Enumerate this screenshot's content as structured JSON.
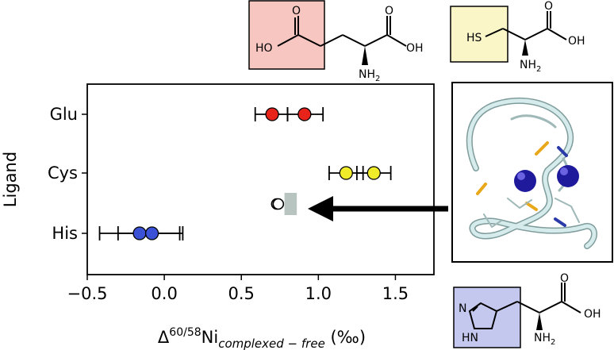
{
  "chart_data": {
    "type": "scatter",
    "orientation": "horizontal",
    "ylabel": "Ligand",
    "xlabel": {
      "prefix": "Δ",
      "superscript": "60/58",
      "main": "Ni",
      "subscript": "complexed − free",
      "unit": "(‰)"
    },
    "xlim": [
      -0.5,
      1.75
    ],
    "xticks": [
      -0.5,
      0.0,
      0.5,
      1.0,
      1.5
    ],
    "xtick_labels": [
      "−0.5",
      "0.0",
      "0.5",
      "1.0",
      "1.5"
    ],
    "categories": [
      "Glu",
      "Cys",
      "His"
    ],
    "series": [
      {
        "category": "Glu",
        "color": "#e8231a",
        "points": [
          {
            "x": 0.7,
            "err_low": 0.59,
            "err_high": 0.8
          },
          {
            "x": 0.91,
            "err_low": 0.8,
            "err_high": 1.03
          }
        ]
      },
      {
        "category": "Cys",
        "color": "#f0ec2a",
        "points": [
          {
            "x": 1.18,
            "err_low": 1.07,
            "err_high": 1.29
          },
          {
            "x": 1.36,
            "err_low": 1.25,
            "err_high": 1.47
          }
        ]
      },
      {
        "category": "His",
        "color": "#3b52d6",
        "points": [
          {
            "x": -0.16,
            "err_low": -0.42,
            "err_high": 0.1
          },
          {
            "x": -0.08,
            "err_low": -0.3,
            "err_high": 0.12
          }
        ]
      }
    ],
    "reference": {
      "label_position": "between Cys and His",
      "band": [
        0.78,
        0.86
      ],
      "band_color": "#b8c4c0",
      "points": [
        {
          "x": 0.73,
          "err": 0.02
        },
        {
          "x": 0.74,
          "err": 0.02
        }
      ]
    },
    "grid": false
  },
  "structures": {
    "glu": {
      "color": "#f8c6c0",
      "labels": [
        "O",
        "O",
        "HO",
        "OH",
        "NH",
        "2"
      ]
    },
    "cys": {
      "color": "#faf6c8",
      "labels": [
        "O",
        "HS",
        "OH",
        "NH",
        "2"
      ]
    },
    "his": {
      "color": "#c4c8ee",
      "labels": [
        "O",
        "N",
        "HN",
        "OH",
        "NH",
        "2"
      ]
    }
  }
}
